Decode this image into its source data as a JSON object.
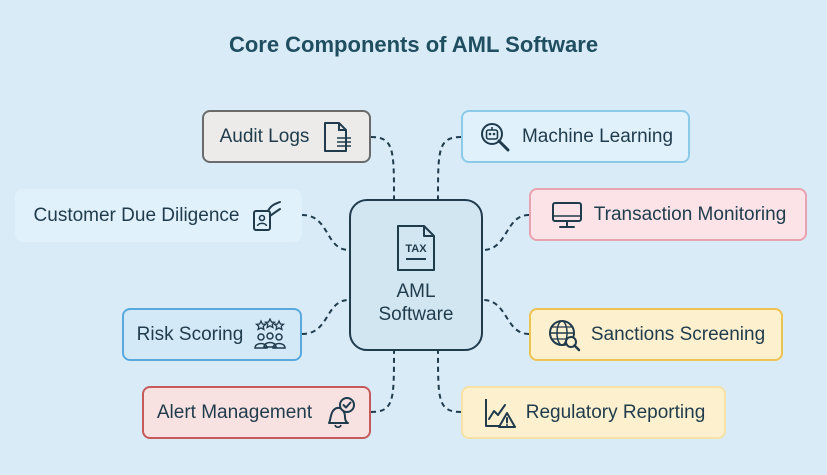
{
  "title": "Core Components of AML Software",
  "center": {
    "line1": "AML",
    "line2": "Software",
    "icon_text": "TAX",
    "icon": "tax-document-icon"
  },
  "nodes": {
    "audit_logs": {
      "label": "Audit Logs",
      "icon": "document-icon"
    },
    "machine_learning": {
      "label": "Machine Learning",
      "icon": "robot-search-icon"
    },
    "customer_due_diligence": {
      "label": "Customer Due Diligence",
      "icon": "id-card-hand-icon"
    },
    "transaction_monitoring": {
      "label": "Transaction Monitoring",
      "icon": "monitor-icon"
    },
    "risk_scoring": {
      "label": "Risk Scoring",
      "icon": "rating-people-icon"
    },
    "sanctions_screening": {
      "label": "Sanctions Screening",
      "icon": "globe-search-icon"
    },
    "alert_management": {
      "label": "Alert Management",
      "icon": "bell-check-icon"
    },
    "regulatory_reporting": {
      "label": "Regulatory Reporting",
      "icon": "chart-warning-icon"
    }
  },
  "colors": {
    "background": "#d9ebf7",
    "text": "#1f3b4c",
    "gray": "#ecebea",
    "blue_light": "#e0f1fb",
    "pink": "#fbe3e7",
    "yellow": "#fdf0cf",
    "blue": "#d4e9f8",
    "red_pink": "#f8e1e1"
  }
}
